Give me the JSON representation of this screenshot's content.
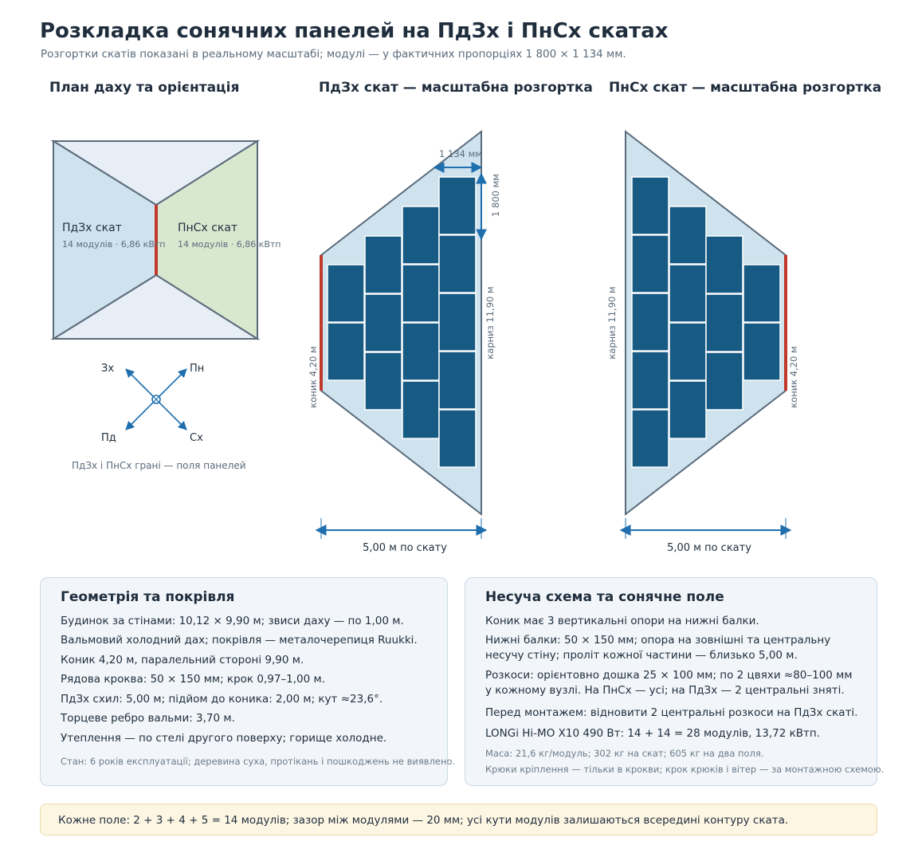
{
  "header": {
    "title": "Розкладка сонячних панелей на ПдЗх і ПнСх скатах",
    "subtitle": "Розгортки скатів показані в реальному масштабі; модулі — у фактичних пропорціях 1 800 × 1 134 мм."
  },
  "plan": {
    "heading": "План даху та орієнтація",
    "sw_name": "ПдЗх скат",
    "sw_sub": "14 модулів · 6,86 кВтп",
    "ne_name": "ПнСх скат",
    "ne_sub": "14 модулів · 6,86 кВтп",
    "compass": {
      "w": "Зх",
      "n": "Пн",
      "s": "Пд",
      "e": "Сх"
    },
    "caption": "ПдЗх і ПнСх грані — поля панелей"
  },
  "sw_slope": {
    "heading": "ПдЗх скат — масштабна розгортка",
    "dim_width": "1 134 мм",
    "dim_height": "1 800 мм",
    "eave": "карниз 11,90 м",
    "ridge": "коник 4,20 м",
    "run": "5,00 м по скату"
  },
  "ne_slope": {
    "heading": "ПнСх скат — масштабна розгортка",
    "eave": "карниз 11,90 м",
    "ridge": "коник 4,20 м",
    "run": "5,00 м по скату"
  },
  "geometry": {
    "heading": "Геометрія та покрівля",
    "lines": [
      "Будинок за стінами: 10,12 × 9,90 м; звиси даху — по 1,00 м.",
      "Вальмовий холодний дах; покрівля — металочерепиця Ruukki.",
      "Коник 4,20 м, паралельний стороні 9,90 м.",
      "Рядова кроква: 50 × 150 мм; крок 0,97–1,00 м.",
      "ПдЗх схил: 5,00 м; підйом до коника: 2,00 м; кут ≈23,6°.",
      "Торцеве ребро вальми: 3,70 м.",
      "Утеплення — по стелі другого поверху; горище холодне."
    ],
    "note": "Стан: 6 років експлуатації; деревина суха, протікань і пошкоджень не виявлено."
  },
  "structure": {
    "heading": "Несуча схема та сонячне поле",
    "lines": [
      "Коник має 3 вертикальні опори на нижні балки.",
      "Нижні балки: 50 × 150 мм; опора на зовнішні та центральну",
      "несучу стіну; проліт кожної частини — близько 5,00 м.",
      "Розкоси: орієнтовно дошка 25 × 100 мм; по 2 цвяхи ≈80–100 мм",
      "у кожному вузлі. На ПнСх — усі; на ПдЗх — 2 центральні зняті.",
      "Перед монтажем: відновити 2 центральні розкоси на ПдЗх скаті.",
      "LONGi Hi-MO X10 490 Вт: 14 + 14 = 28 модулів, 13,72 кВтп."
    ],
    "notes": [
      "Маса: 21,6 кг/модуль; 302 кг на скат; 605 кг на два поля.",
      "Крюки кріплення — тільки в крокви; крок крюків і вітер — за монтажною схемою."
    ]
  },
  "footer_note": "Кожне поле: 2 + 3 + 4 + 5 = 14 модулів; зазор між модулями — 20 мм; усі кути модулів залишаються всередині контуру ската.",
  "colors": {
    "module": "#175a84",
    "slope_fill": "#cfe3ef",
    "outline": "#5a6b7c",
    "ridge": "#c0392b",
    "dimension": "#1f6fae",
    "sw_face": "#cfe3ef",
    "ne_face": "#d8e8cf",
    "hip_face": "#e8eef5"
  }
}
